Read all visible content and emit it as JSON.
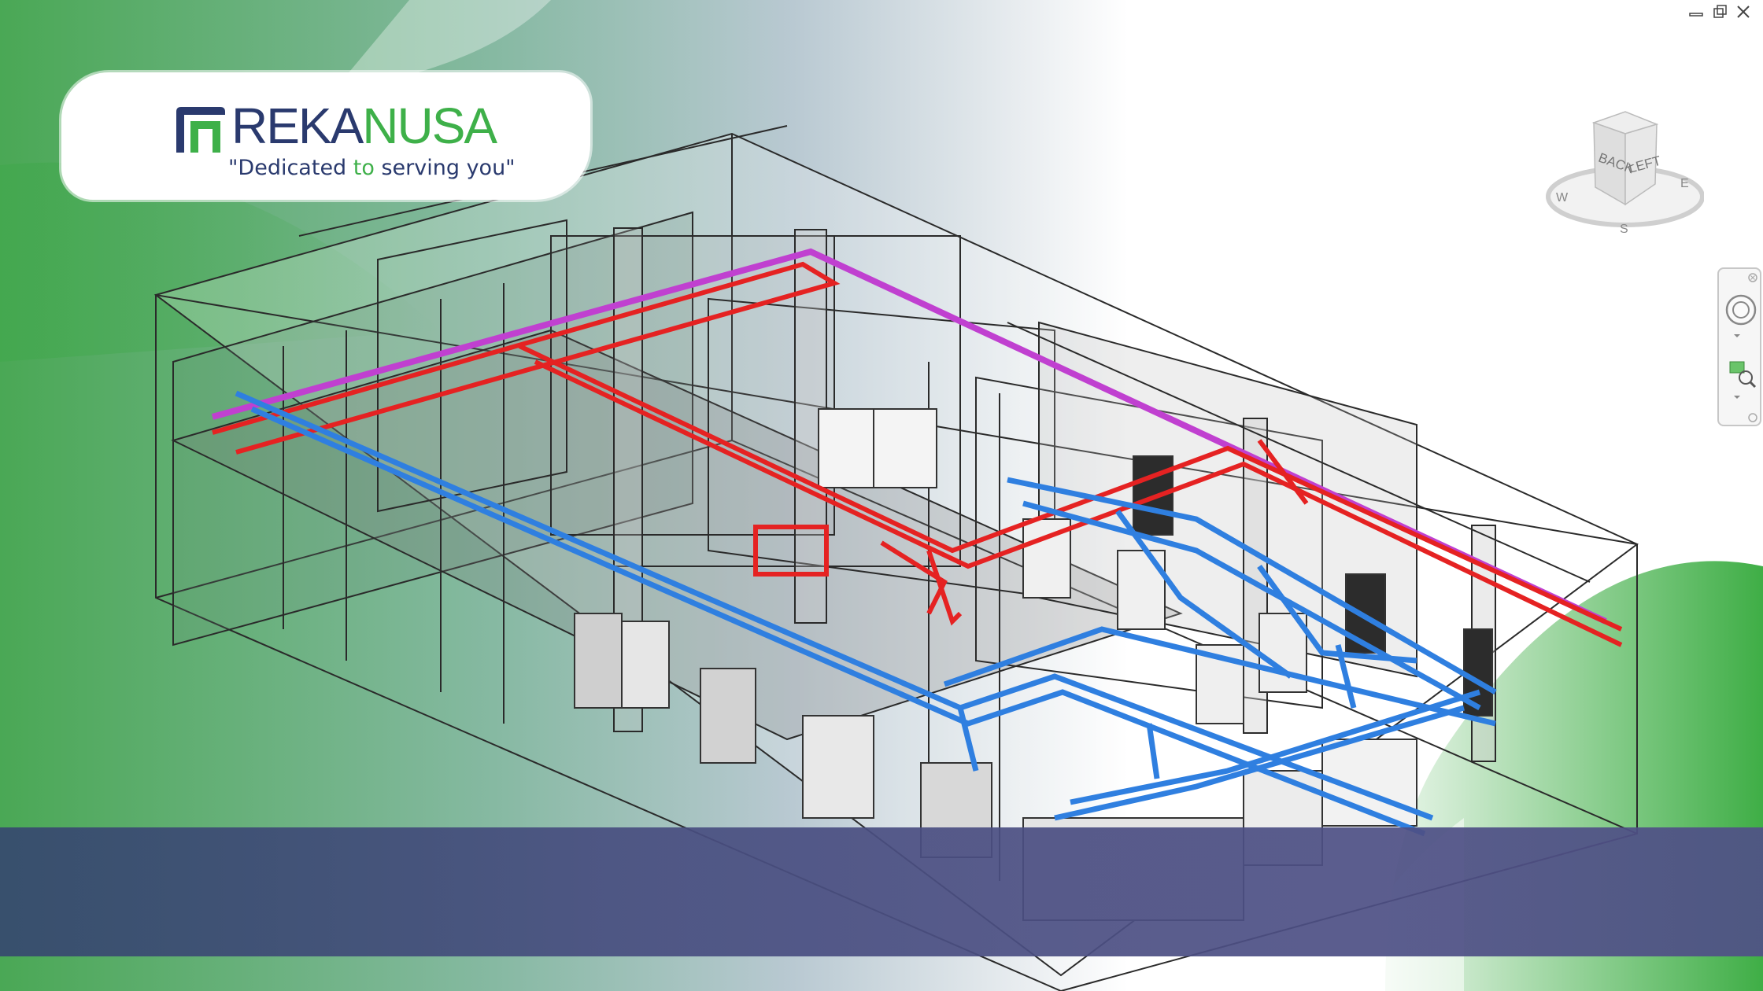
{
  "brand": {
    "name_part1": "REKA",
    "name_part2": "NUSA",
    "tagline_part1": "\"Dedicated ",
    "tagline_highlight": "to",
    "tagline_part2": " serving you\""
  },
  "view_cube": {
    "face_back": "BACK",
    "face_left": "LEFT",
    "compass_w": "W",
    "compass_s": "S",
    "compass_e": "E"
  },
  "window_controls": {
    "minimize": "minimize-icon",
    "restore": "restore-icon",
    "close": "close-icon"
  },
  "navigation_bar": {
    "tools": [
      "steering-wheel-icon",
      "zoom-region-icon"
    ]
  },
  "colors": {
    "brand_navy": "#2a3a6e",
    "brand_green": "#3eb049",
    "cable_tray_red": "#e52222",
    "conduit_blue": "#2f7fe0",
    "pipe_magenta": "#c040d0",
    "band_purple": "#50508a"
  }
}
